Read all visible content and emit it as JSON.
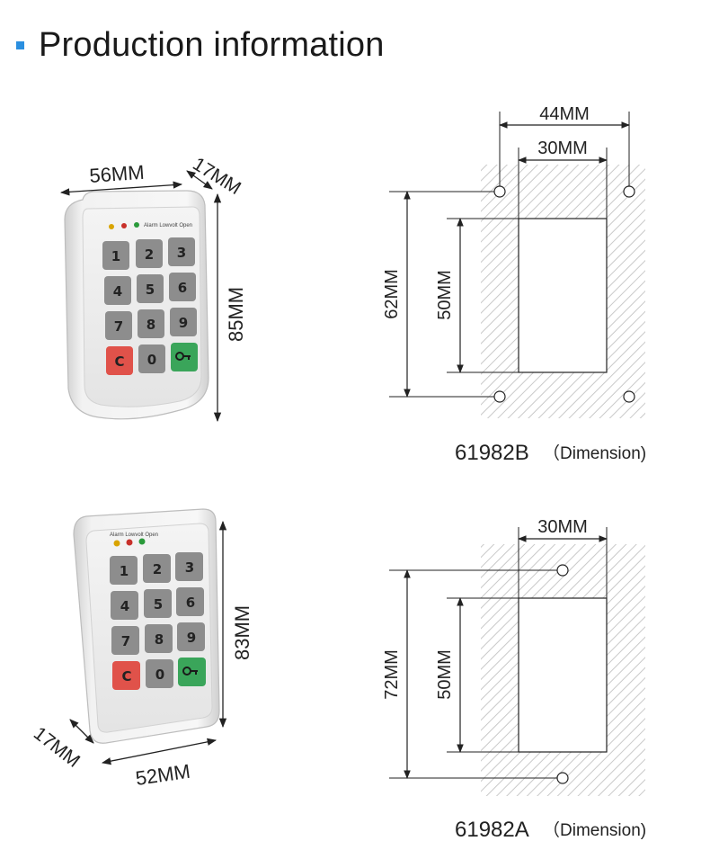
{
  "header": {
    "title": "Production information"
  },
  "top": {
    "keypad_labels": {
      "width": "56MM",
      "depth": "17MM",
      "height": "85MM"
    },
    "led_text": "Alarm  Lowvolt  Open",
    "drawing": {
      "outer_width": "44MM",
      "inner_width": "30MM",
      "hole_spacing": "62MM",
      "cutout_height": "50MM"
    },
    "caption": {
      "model": "61982B",
      "note": "（Dimension)"
    }
  },
  "bottom": {
    "keypad_labels": {
      "width": "52MM",
      "depth": "17MM",
      "height": "83MM"
    },
    "led_text": "Alarm  Lowvolt  Open",
    "drawing": {
      "inner_width": "30MM",
      "hole_spacing": "72MM",
      "cutout_height": "50MM"
    },
    "caption": {
      "model": "61982A",
      "note": "（Dimension)"
    }
  },
  "keys": [
    "1",
    "2",
    "3",
    "4",
    "5",
    "6",
    "7",
    "8",
    "9",
    "C",
    "0",
    "key"
  ],
  "colors": {
    "accent": "#2a8fe0",
    "clear_key": "#e0524a",
    "enter_key": "#3aa55a",
    "key": "#8d8d8d"
  }
}
